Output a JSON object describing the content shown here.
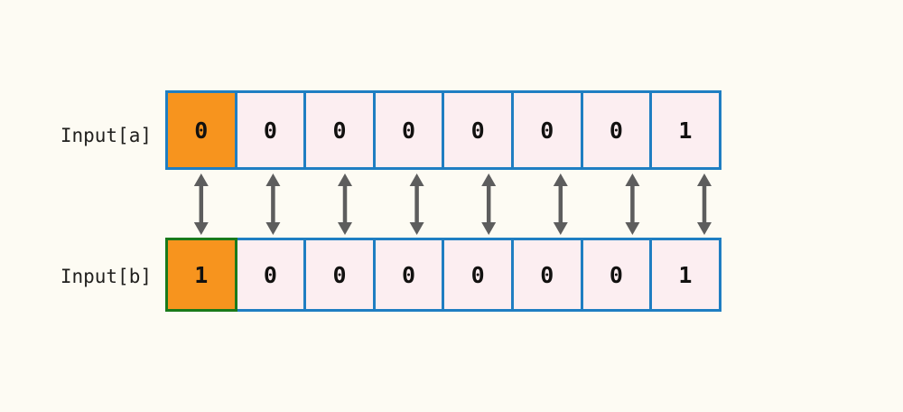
{
  "figure": {
    "background_color": "#fdfbf3",
    "title": "",
    "rows": [
      {
        "id": "a",
        "label": "Input[a]",
        "cells": [
          {
            "value": "0",
            "highlight": true,
            "border_color": "#1f7ec2"
          },
          {
            "value": "0",
            "highlight": false,
            "border_color": "#1f7ec2"
          },
          {
            "value": "0",
            "highlight": false,
            "border_color": "#1f7ec2"
          },
          {
            "value": "0",
            "highlight": false,
            "border_color": "#1f7ec2"
          },
          {
            "value": "0",
            "highlight": false,
            "border_color": "#1f7ec2"
          },
          {
            "value": "0",
            "highlight": false,
            "border_color": "#1f7ec2"
          },
          {
            "value": "0",
            "highlight": false,
            "border_color": "#1f7ec2"
          },
          {
            "value": "1",
            "highlight": false,
            "border_color": "#1f7ec2"
          }
        ]
      },
      {
        "id": "b",
        "label": "Input[b]",
        "cells": [
          {
            "value": "1",
            "highlight": true,
            "border_color": "#1a7a1a"
          },
          {
            "value": "0",
            "highlight": false,
            "border_color": "#1f7ec2"
          },
          {
            "value": "0",
            "highlight": false,
            "border_color": "#1f7ec2"
          },
          {
            "value": "0",
            "highlight": false,
            "border_color": "#1f7ec2"
          },
          {
            "value": "0",
            "highlight": false,
            "border_color": "#1f7ec2"
          },
          {
            "value": "0",
            "highlight": false,
            "border_color": "#1f7ec2"
          },
          {
            "value": "0",
            "highlight": false,
            "border_color": "#1f7ec2"
          },
          {
            "value": "1",
            "highlight": false,
            "border_color": "#1f7ec2"
          }
        ]
      }
    ],
    "connectors": {
      "count": 8,
      "style": "double-headed-vertical-arrow",
      "color": "#5d5d5d",
      "description": "bidirectional comparison arrows linking each Input[a] cell to the Input[b] cell below it"
    },
    "colors": {
      "cell_fill": "#fceef1",
      "highlight_fill": "#f7941e",
      "border_blue": "#1f7ec2",
      "border_green": "#1a7a1a",
      "arrow_gray": "#5d5d5d",
      "text": "#121110"
    }
  }
}
